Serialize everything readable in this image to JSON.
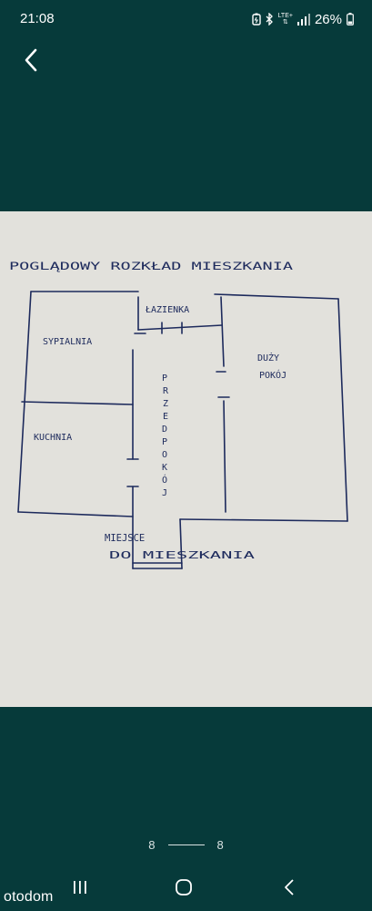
{
  "status_bar": {
    "time": "21:08",
    "network": "LTE+",
    "battery_percent": "26%",
    "icons": [
      "battery-saver-icon",
      "bluetooth-icon",
      "lte-icon",
      "signal-icon",
      "battery-icon"
    ]
  },
  "header": {
    "back_icon": "chevron-left-icon"
  },
  "photo": {
    "title": "POGLĄDOWY ROZKŁAD MIESZKANIA",
    "rooms": {
      "bathroom": "ŁAZIENKA",
      "bedroom": "SYPIALNIA",
      "living_room_line1": "DUŻY",
      "living_room_line2": "POKÓJ",
      "kitchen": "KUCHNIA",
      "hallway_letters": [
        "P",
        "R",
        "Z",
        "E",
        "D",
        "P",
        "O",
        "K",
        "Ó",
        "J"
      ]
    },
    "entrance_line1": "MIEJSCE",
    "entrance_line2": "DO MIESZKANIA"
  },
  "gallery": {
    "current": "8",
    "total": "8"
  },
  "nav": {
    "icons": [
      "recents-icon",
      "home-icon",
      "back-icon"
    ]
  },
  "watermark": "otodom",
  "colors": {
    "background": "#063a3a",
    "paper": "#e2e1dc",
    "ink": "#1d2a5c"
  }
}
